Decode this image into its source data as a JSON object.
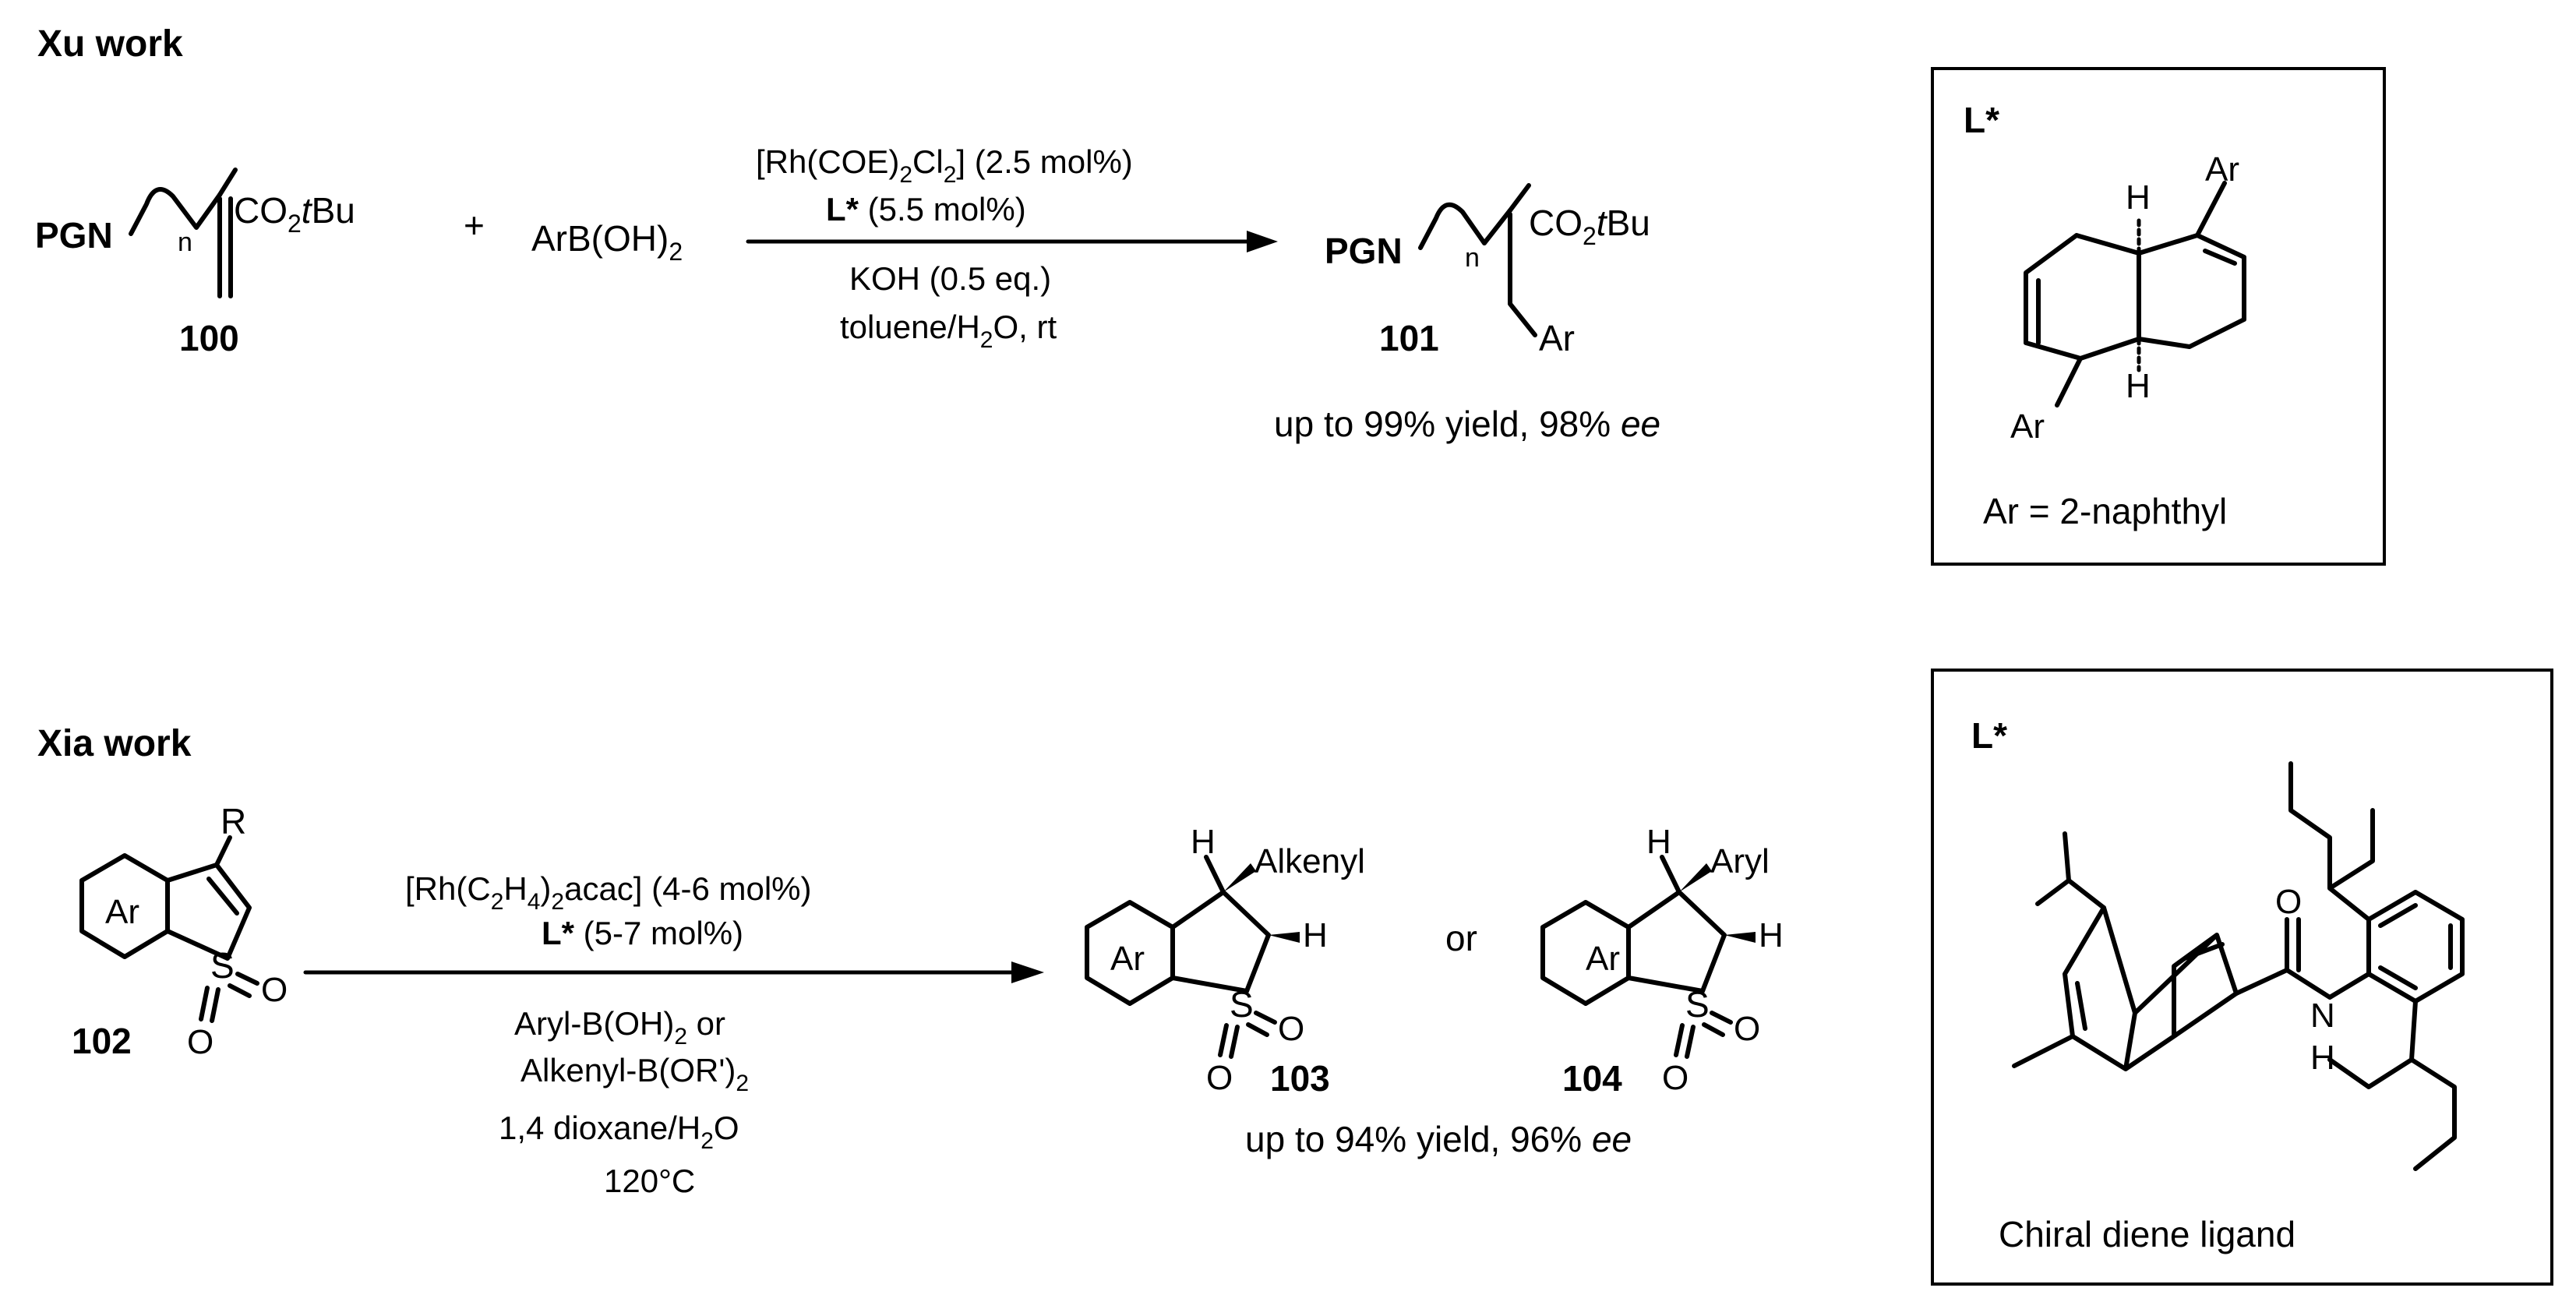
{
  "xu": {
    "heading": "Xu work",
    "sm": {
      "pgn": "PGN",
      "n": "n",
      "ester_a": "CO",
      "ester_sub": "2",
      "ester_t": "t",
      "ester_b": "Bu",
      "num": "100"
    },
    "plus": "+",
    "reagent": {
      "a": "ArB(OH)",
      "sub": "2"
    },
    "cond": {
      "line1": {
        "a": "[Rh(COE)",
        "s1": "2",
        "b": "Cl",
        "s2": "2",
        "c": "] (2.5 mol%)"
      },
      "line2": {
        "lig": "L*",
        "rest": " (5.5 mol%)"
      },
      "line3": "KOH (0.5 eq.)",
      "line4": {
        "a": "toluene/H",
        "sub": "2",
        "b": "O, rt"
      }
    },
    "prod": {
      "pgn": "PGN",
      "n": "n",
      "ester_a": "CO",
      "ester_sub": "2",
      "ester_t": "t",
      "ester_b": "Bu",
      "ar": "Ar",
      "num": "101"
    },
    "result": {
      "a": "up to 99% yield, 98% ",
      "ee": "ee"
    },
    "ligand": {
      "label": "L*",
      "h1": "H",
      "h2": "H",
      "ar1": "Ar",
      "ar2": "Ar",
      "caption": "Ar = 2-naphthyl"
    }
  },
  "xia": {
    "heading": "Xia work",
    "sm": {
      "r": "R",
      "ar": "Ar",
      "s": "S",
      "o1": "O",
      "o2": "O",
      "num": "102"
    },
    "cond": {
      "line1": {
        "a": "[Rh(C",
        "s1": "2",
        "b": "H",
        "s2": "4",
        "c": ")",
        "s3": "2",
        "d": "acac] (4-6 mol%)"
      },
      "line2": {
        "lig": "L*",
        "rest": " (5-7 mol%)"
      },
      "line3": {
        "a": "Aryl-B(OH)",
        "sub": "2",
        "b": " or"
      },
      "line4": {
        "a": "Alkenyl-B(OR')",
        "sub": "2"
      },
      "line5": {
        "a": "1,4 dioxane/H",
        "sub": "2",
        "b": "O"
      },
      "line6": "120°C"
    },
    "p103": {
      "h1": "H",
      "sub": "Alkenyl",
      "h2": "H",
      "ar": "Ar",
      "s": "S",
      "o1": "O",
      "o2": "O",
      "num": "103"
    },
    "or": "or",
    "p104": {
      "h1": "H",
      "sub": "Aryl",
      "h2": "H",
      "ar": "Ar",
      "s": "S",
      "o1": "O",
      "o2": "O",
      "num": "104"
    },
    "result": {
      "a": "up to 94% yield, 96% ",
      "ee": "ee"
    },
    "ligand": {
      "label": "L*",
      "o": "O",
      "n": "N",
      "h": "H",
      "caption": "Chiral diene ligand"
    }
  }
}
